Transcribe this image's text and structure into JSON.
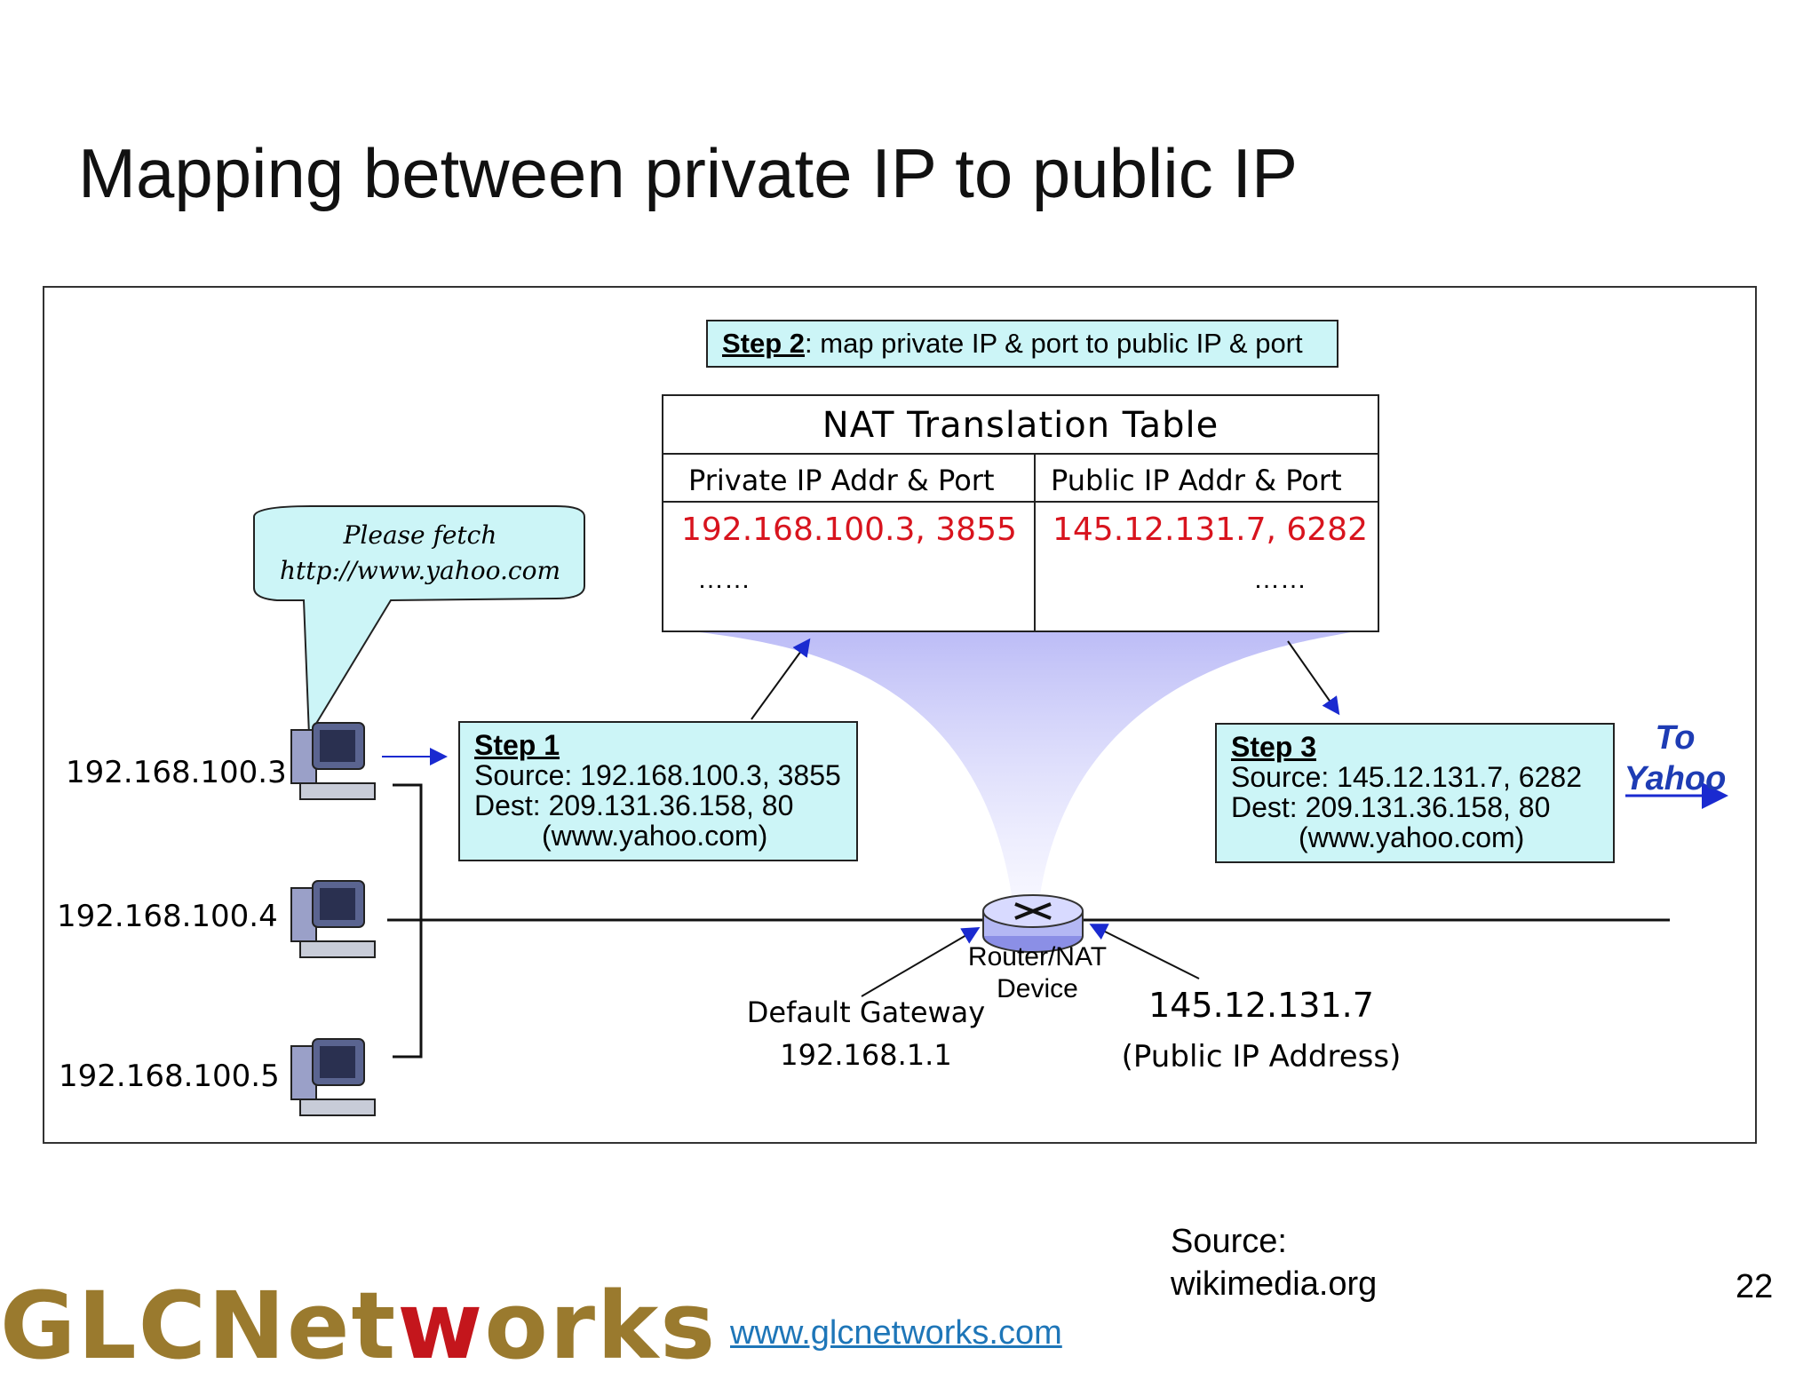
{
  "slide": {
    "title": "Mapping between private IP to public IP",
    "page_number": "22",
    "source_label": "Source:",
    "source_value": "wikimedia.org",
    "footer_link": "www.glcnetworks.com"
  },
  "logo": {
    "text_a": "GLCNet",
    "text_b": "w",
    "text_c": "orks"
  },
  "diagram": {
    "step2": {
      "label": "Step 2",
      "text": ": map private IP & port to public IP & port"
    },
    "nat_table": {
      "title": "NAT Translation Table",
      "col_private": "Private IP Addr & Port",
      "col_public": "Public IP Addr & Port",
      "row_private": "192.168.100.3, 3855",
      "row_public": "145.12.131.7, 6282",
      "ellipsis_left": "……",
      "ellipsis_right": "……"
    },
    "bubble": {
      "line1": "Please fetch",
      "line2": "http://www.yahoo.com"
    },
    "hosts": [
      "192.168.100.3",
      "192.168.100.4",
      "192.168.100.5"
    ],
    "step1": {
      "label": "Step 1",
      "source": "Source: 192.168.100.3, 3855",
      "dest": "Dest: 209.131.36.158, 80",
      "host": "(www.yahoo.com)"
    },
    "step3": {
      "label": "Step 3",
      "source": "Source: 145.12.131.7, 6282",
      "dest": "Dest: 209.131.36.158, 80",
      "host": "(www.yahoo.com)"
    },
    "router": {
      "line1": "Router/NAT",
      "line2": "Device"
    },
    "gateway": {
      "line1": "Default Gateway",
      "line2": "192.168.1.1"
    },
    "public_ip": {
      "line1": "145.12.131.7",
      "line2": "(Public IP Address)"
    },
    "to_yahoo": {
      "line1": "To",
      "line2": "Yahoo"
    },
    "colors": {
      "box_fill": "#ccf5f7",
      "table_red": "#d8141e",
      "arrow_blue": "#1a2ad0",
      "funnel": "#c8c8f8",
      "logo_gold": "#9a7a2e"
    },
    "icons": [
      "computer-icon",
      "router-icon",
      "arrow-icon"
    ]
  }
}
